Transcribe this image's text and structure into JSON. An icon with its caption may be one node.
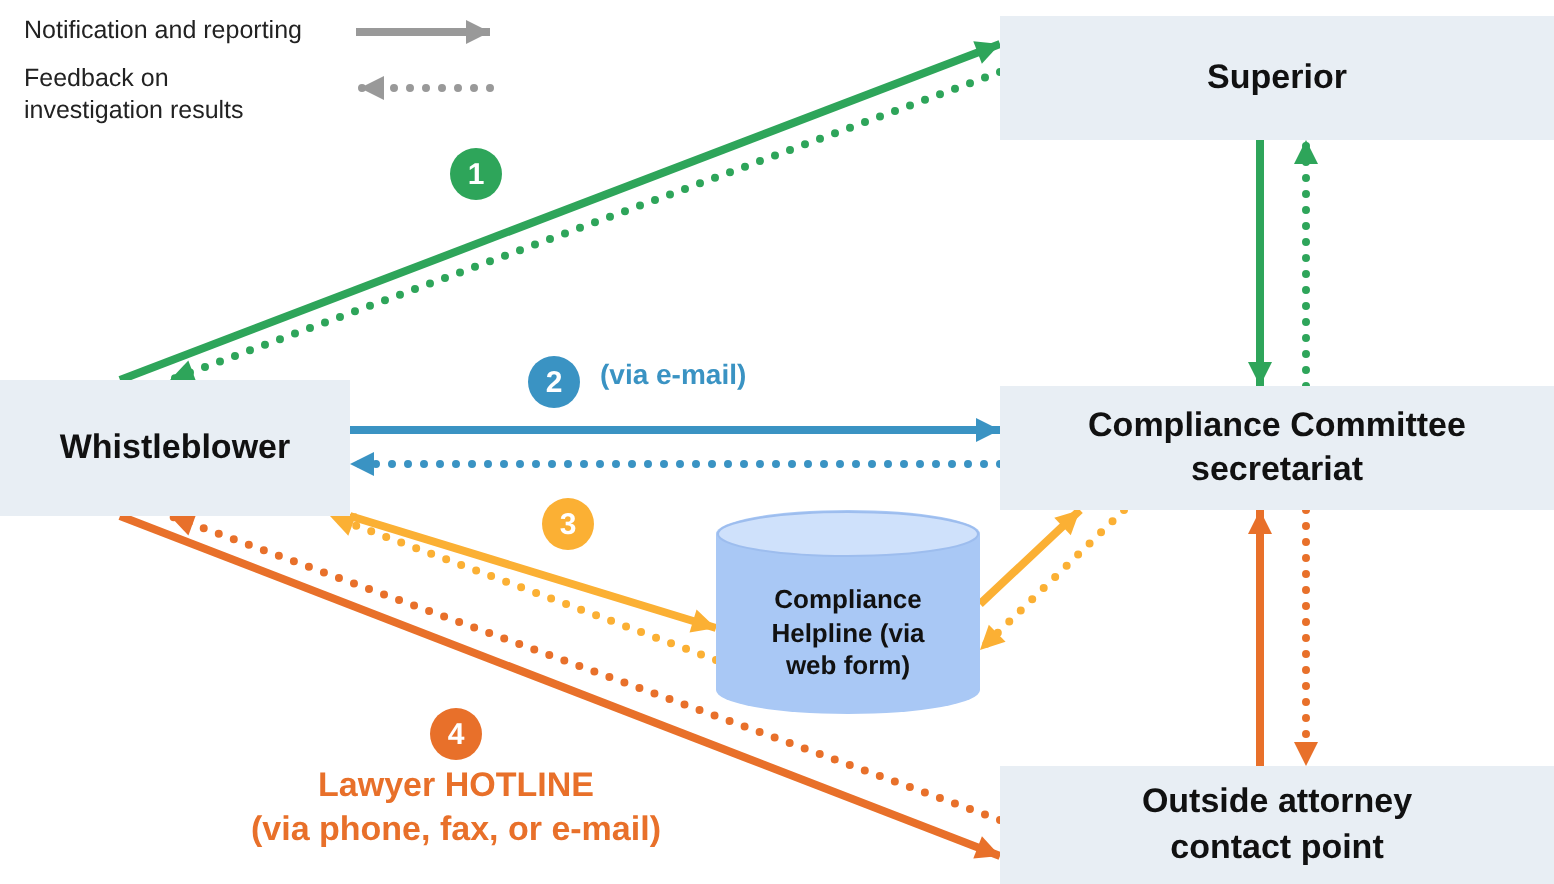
{
  "diagram": {
    "nodes": [
      {
        "text": [
          "Superior"
        ]
      },
      {
        "text": [
          "Whistleblower"
        ]
      },
      {
        "text": [
          "Compliance Committee secretariat"
        ]
      },
      {
        "text": [
          "Compliance Helpline (via web form)"
        ]
      },
      {
        "text": [
          "Outside attorney contact point"
        ]
      }
    ],
    "edges": [
      {
        "from": 1,
        "to": 0,
        "arrow": "to",
        "color": "#2ea55a"
      },
      {
        "from": 0,
        "to": 1,
        "arrow": "to",
        "style": "dashed",
        "color": "#2ea55a"
      },
      {
        "from": 0,
        "to": 2,
        "arrow": "to",
        "color": "#2ea55a"
      },
      {
        "from": 2,
        "to": 0,
        "arrow": "to",
        "style": "dashed",
        "color": "#2ea55a"
      },
      {
        "from": 1,
        "to": 2,
        "arrow": "to",
        "color": "#3a93c3"
      },
      {
        "from": 2,
        "to": 1,
        "arrow": "to",
        "style": "dashed",
        "color": "#3a93c3"
      },
      {
        "from": 1,
        "to": 3,
        "arrow": "to",
        "color": "#fbb034"
      },
      {
        "from": 3,
        "to": 1,
        "arrow": "to",
        "style": "dashed",
        "color": "#fbb034"
      },
      {
        "from": 3,
        "to": 2,
        "arrow": "to",
        "color": "#fbb034"
      },
      {
        "from": 2,
        "to": 3,
        "arrow": "to",
        "style": "dashed",
        "color": "#fbb034"
      },
      {
        "from": 1,
        "to": 4,
        "arrow": "to",
        "color": "#e8702a"
      },
      {
        "from": 4,
        "to": 1,
        "arrow": "to",
        "style": "dashed",
        "color": "#e8702a"
      },
      {
        "from": 4,
        "to": 2,
        "arrow": "to",
        "color": "#e8702a"
      },
      {
        "from": 2,
        "to": 4,
        "arrow": "to",
        "style": "dashed",
        "color": "#e8702a"
      }
    ],
    "labels": [
      "1",
      "2",
      "(via e-mail)",
      "3",
      "4",
      "Lawyer HOTLINE",
      "(via phone, fax, or e-mail)"
    ],
    "legend": [
      {
        "text": "Notification and reporting"
      },
      {
        "text": "Feedback on investigation results"
      }
    ]
  }
}
